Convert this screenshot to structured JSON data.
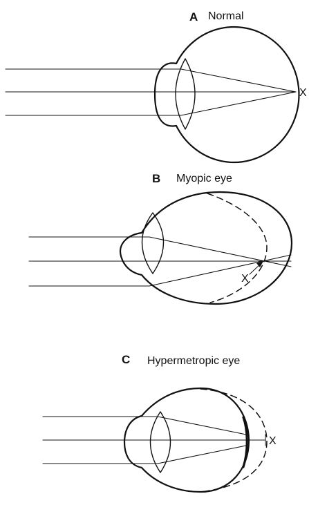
{
  "panels": [
    {
      "letter": "A",
      "caption": "Normal",
      "focus_label": "X"
    },
    {
      "letter": "B",
      "caption": "Myopic eye",
      "focus_label": "X"
    },
    {
      "letter": "C",
      "caption": "Hypermetropic eye",
      "focus_label": "X"
    }
  ]
}
